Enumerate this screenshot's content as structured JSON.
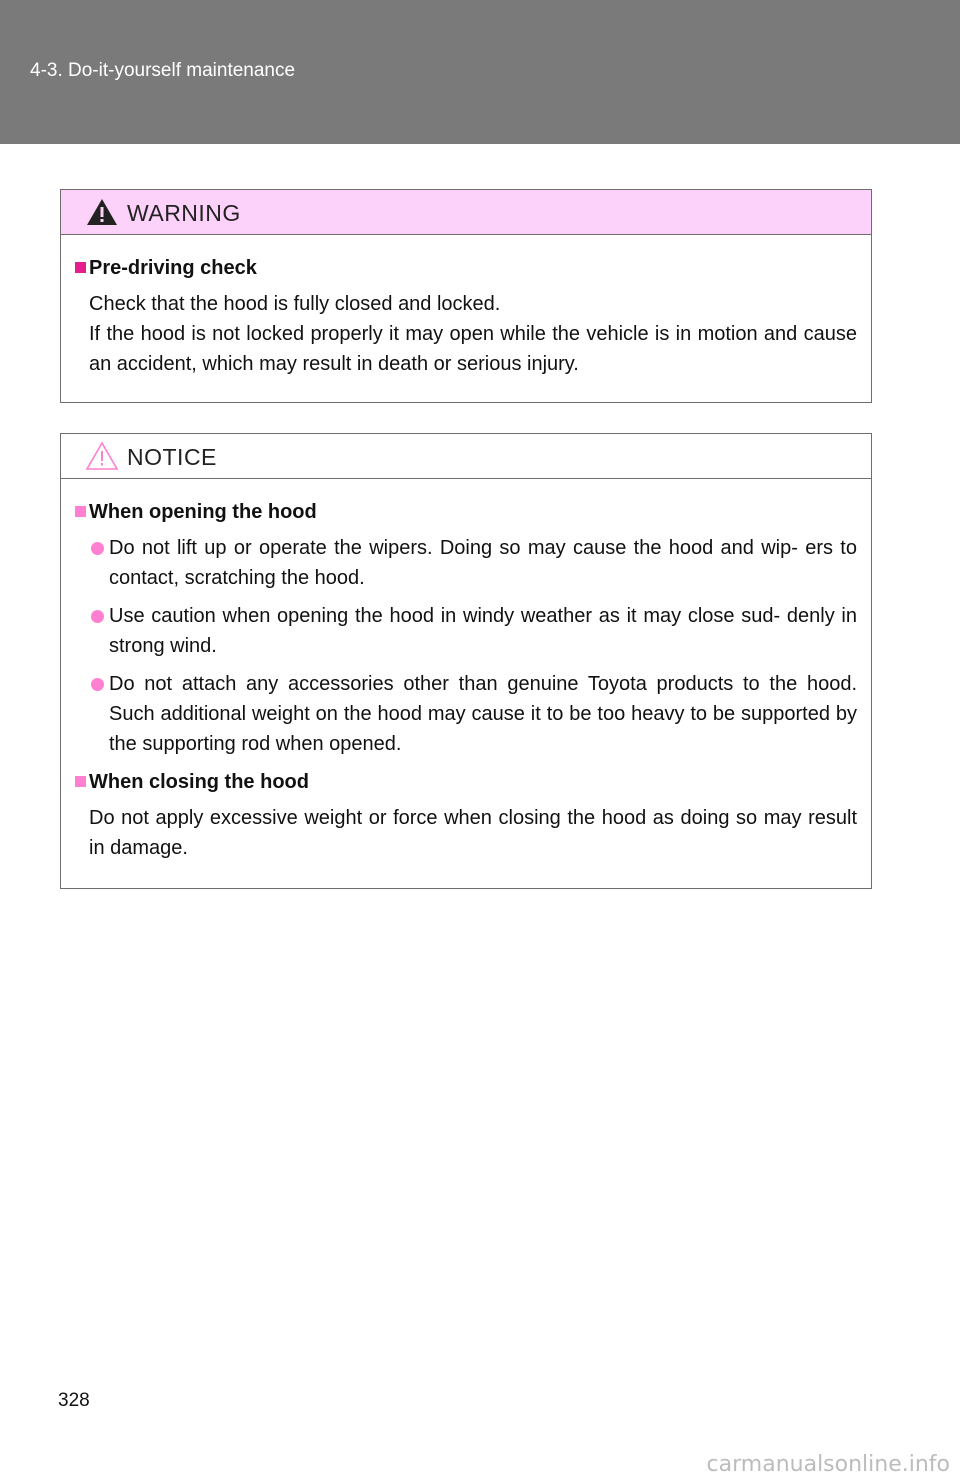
{
  "header": {
    "section": "4-3. Do-it-yourself maintenance"
  },
  "warning": {
    "title": "WARNING",
    "icon": "warning-triangle-icon",
    "heading": "Pre-driving check",
    "text_1": "Check that the hood is fully closed and locked.",
    "text_2": "If the hood is not locked properly it may open while the vehicle is in motion and cause an accident, which may result in death or serious injury."
  },
  "notice": {
    "title": "NOTICE",
    "icon": "notice-triangle-icon",
    "heading_1": "When opening the hood",
    "bullets": [
      "Do not lift up or operate the wipers. Doing so may cause the hood and wip- ers to contact, scratching the hood.",
      "Use caution when opening the hood in windy weather as it may close sud- denly in strong wind.",
      "Do not attach any accessories other than genuine Toyota products to the hood. Such additional weight on the hood may cause it to be too heavy to be supported by the supporting rod when opened."
    ],
    "heading_2": "When closing the hood",
    "text_2": "Do not apply excessive weight or force when closing the hood as doing so may result in damage."
  },
  "footer": {
    "page_number": "328",
    "watermark": "carmanualsonline.info"
  },
  "colors": {
    "header_bg": "#7a7a7a",
    "warning_bg": "#fdd2fa",
    "accent": "#e41e8c",
    "bullet": "#ff80d0"
  }
}
